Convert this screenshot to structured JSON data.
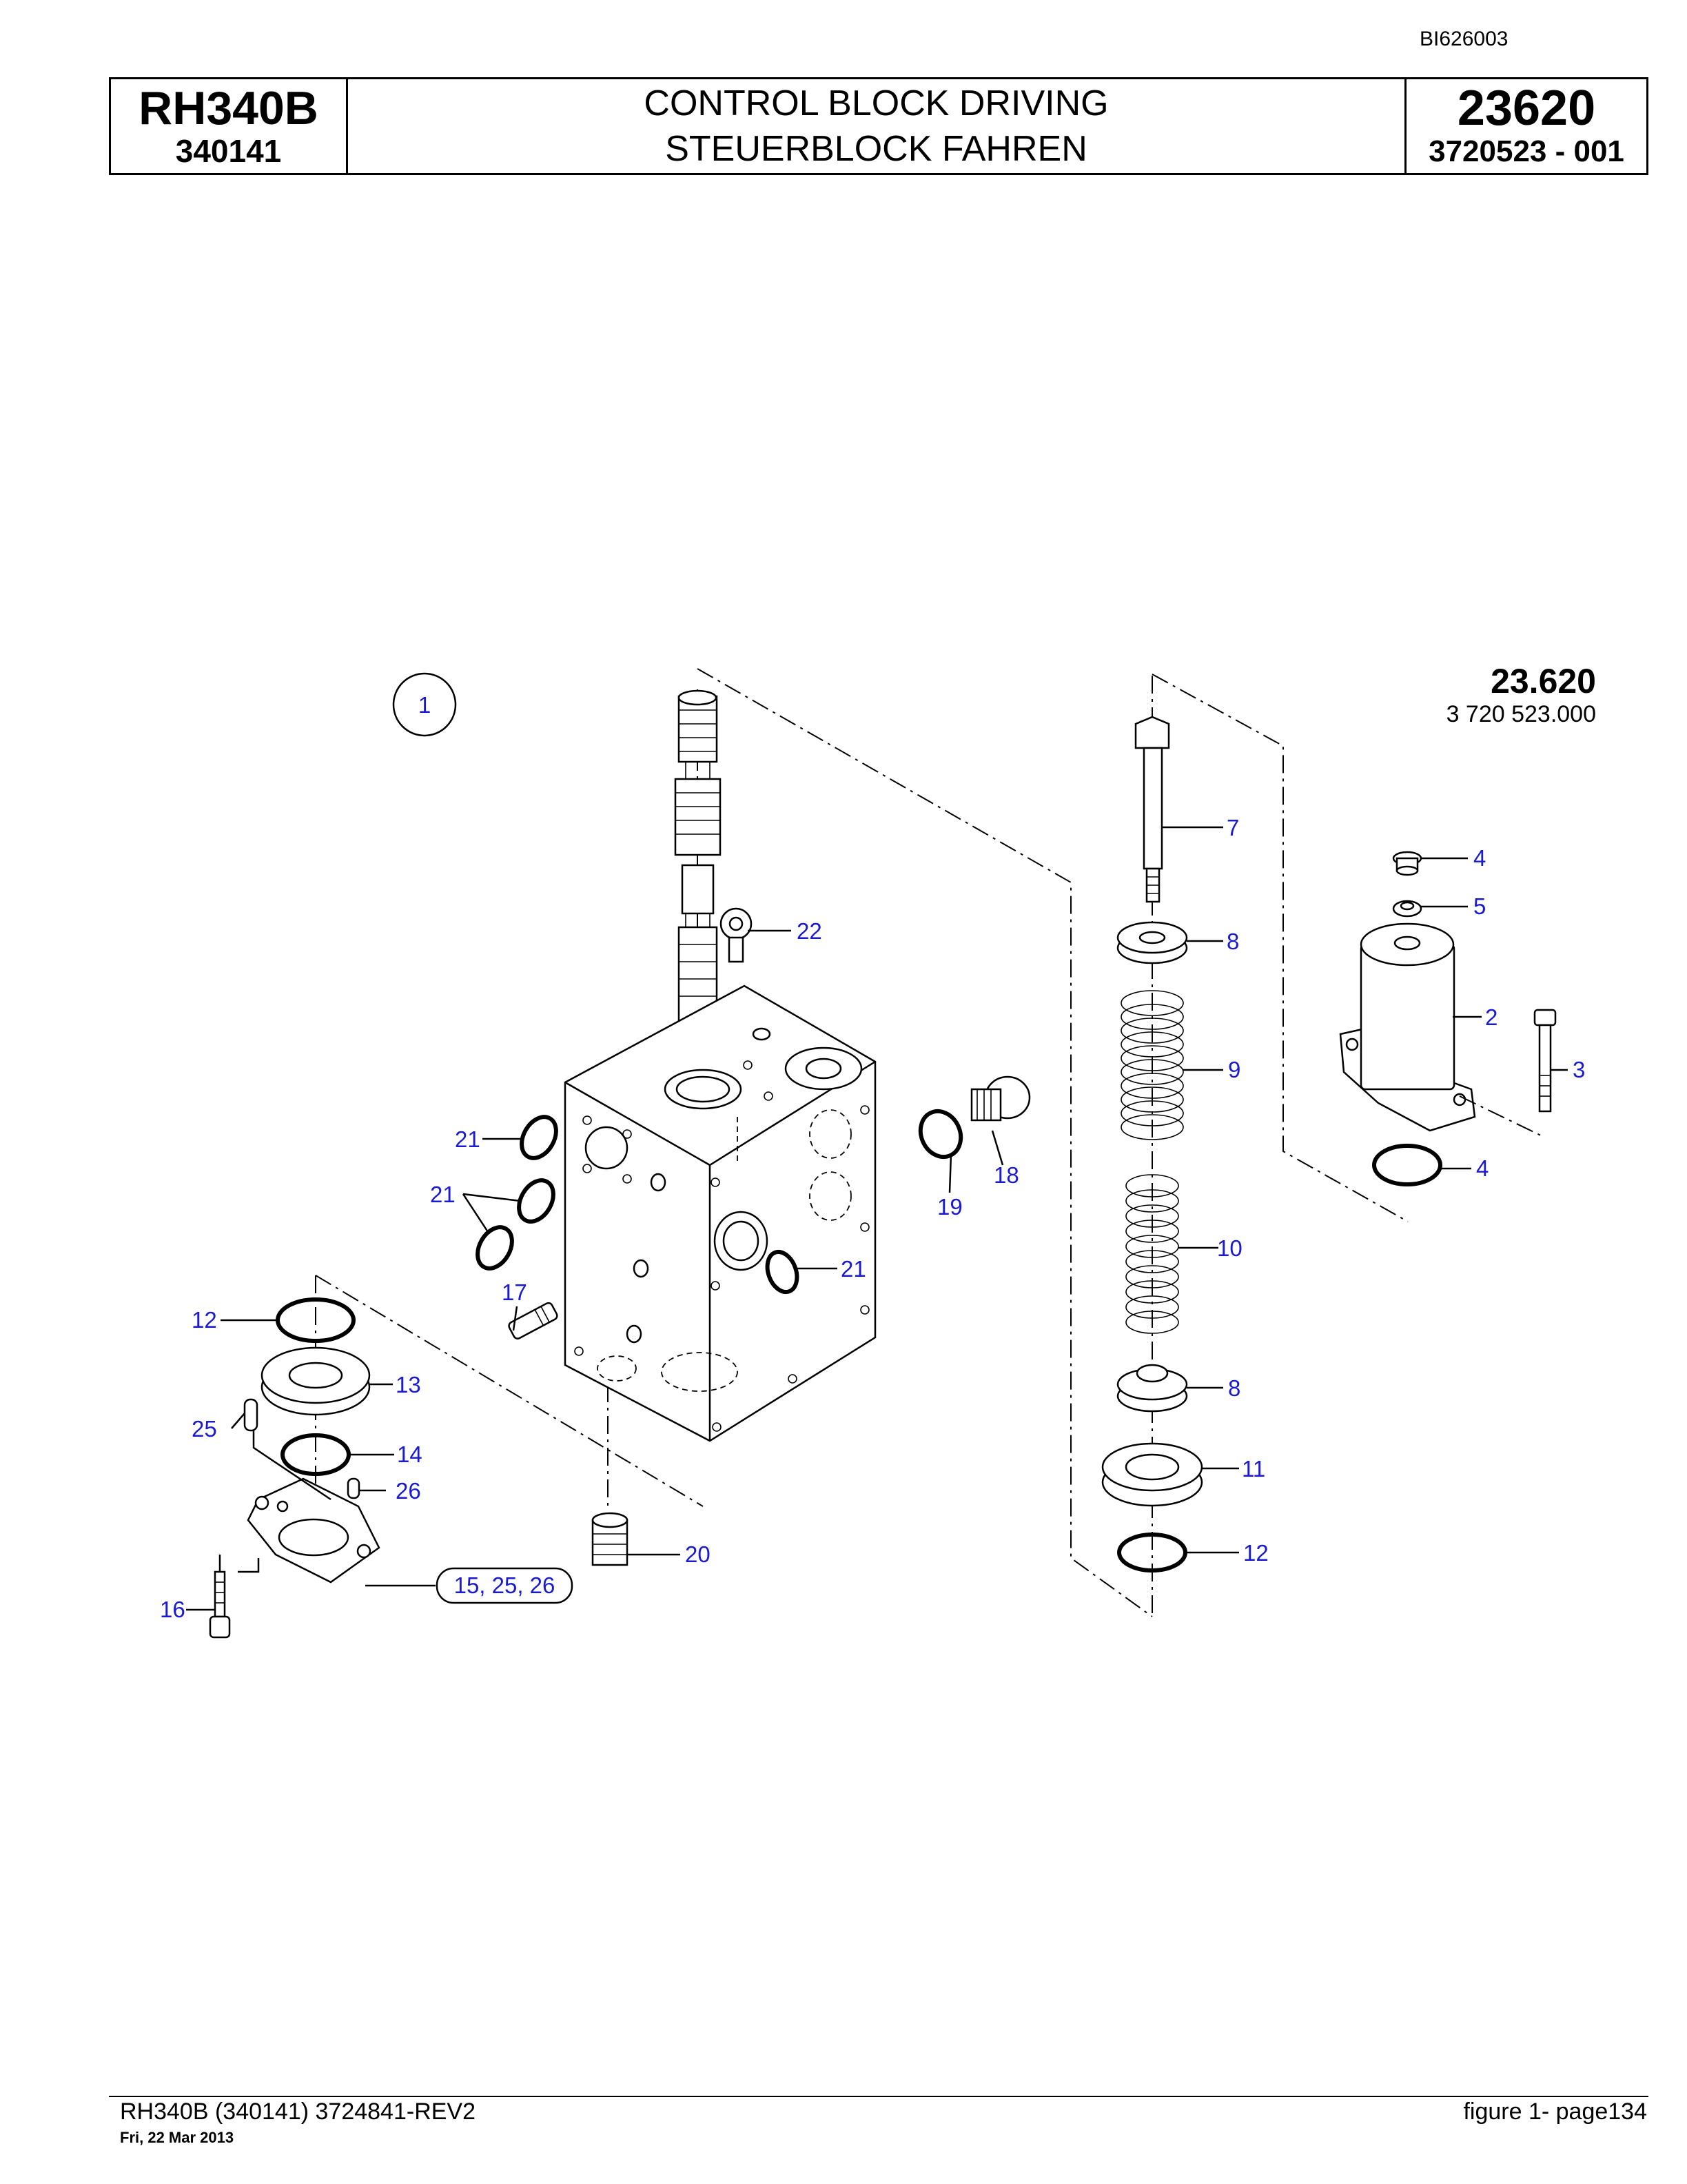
{
  "doc_id": "BI626003",
  "header": {
    "model": "RH340B",
    "serial": "340141",
    "title_en": "CONTROL BLOCK DRIVING",
    "title_de": "STEUERBLOCK FAHREN",
    "group_no": "23620",
    "part_no": "3720523  - 001"
  },
  "figure": {
    "number": "1",
    "ref_group": "23.620",
    "ref_part": "3 720 523.000"
  },
  "callouts": {
    "c7": "7",
    "c4a": "4",
    "c5": "5",
    "c22": "22",
    "c8a": "8",
    "c2": "2",
    "c3": "3",
    "c9": "9",
    "c4b": "4",
    "c21a": "21",
    "c18": "18",
    "c21b": "21",
    "c19": "19",
    "c10": "10",
    "c21c": "21",
    "c17": "17",
    "c12a": "12",
    "c8b": "8",
    "c13": "13",
    "c25": "25",
    "c14": "14",
    "c11": "11",
    "c26": "26",
    "c20": "20",
    "c12b": "12",
    "c16": "16",
    "kit": "15, 25, 26"
  },
  "footer": {
    "left": "RH340B (340141) 3724841-REV2",
    "date": "Fri, 22 Mar 2013",
    "right": "figure  1- page134"
  }
}
